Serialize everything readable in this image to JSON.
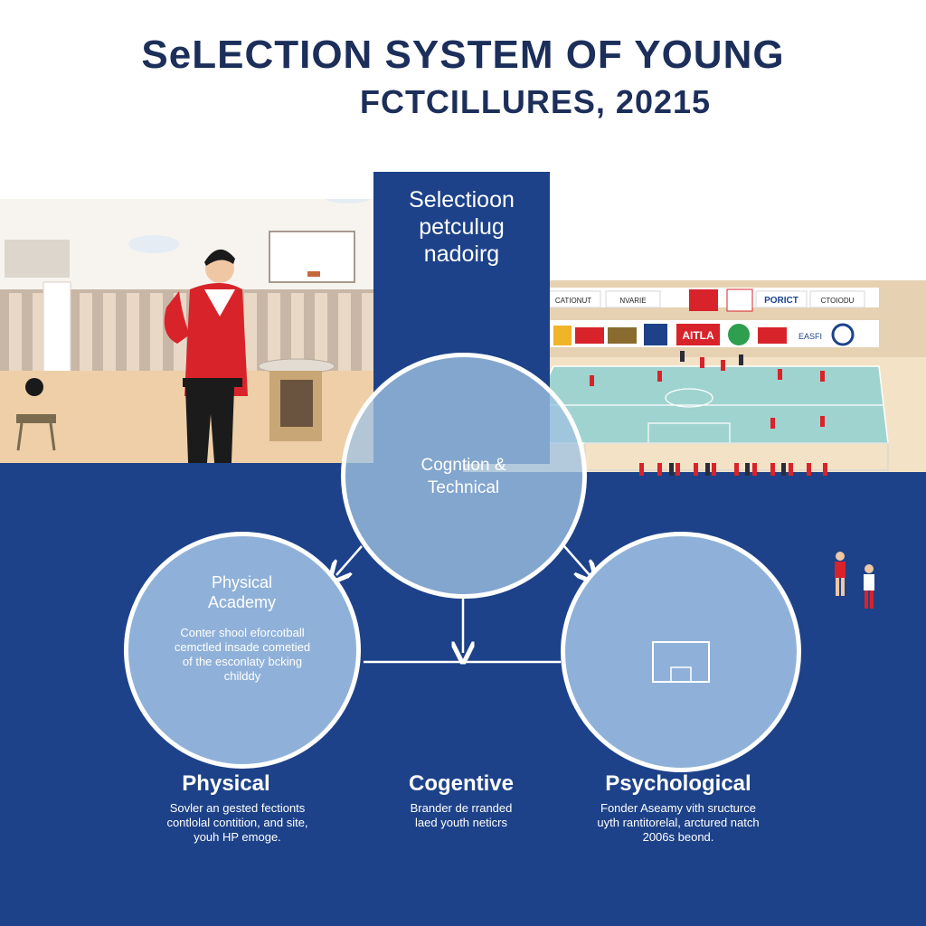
{
  "title": {
    "line1": "SeLECTION SYSTEM OF YOUNG",
    "line2": "FCTCILLURES, 20215"
  },
  "center": {
    "lines": [
      "Selectioon",
      "petculug",
      "nadoirg"
    ]
  },
  "diagram": {
    "top_circle": {
      "lines": [
        "Cogntion &",
        "Technical"
      ]
    },
    "left_circle": {
      "title_lines": [
        "Physical",
        "Academy"
      ],
      "body_lines": [
        "Conter shool eforcotball",
        "cemctled insade cometied",
        "of the esconlaty bcking",
        "childdy"
      ]
    }
  },
  "categories": [
    {
      "title": "Physical",
      "desc": [
        "Sovler an gested fectionts",
        "contlolal contition, and site,",
        "youh HP emoge."
      ]
    },
    {
      "title": "Cogentive",
      "desc": [
        "Brander de rranded",
        "laed youth neticrs"
      ]
    },
    {
      "title": "Psychological",
      "desc": [
        "Fonder Aseamy vith sructurce",
        "uyth rantitorelal, arctured natch",
        "2006s beond."
      ]
    }
  ],
  "banners": {
    "row1": [
      "CATIONUT",
      "NVARIE",
      "",
      "",
      "PORICT",
      "CTOIODU"
    ],
    "row2": [
      "",
      "",
      "",
      "",
      "AITLA",
      "",
      "",
      "EASFI",
      ""
    ]
  },
  "colors": {
    "navy": "#1d4289",
    "title": "#1c2f5a",
    "circle": "#8fb1d9",
    "accent_red": "#d8232a"
  }
}
